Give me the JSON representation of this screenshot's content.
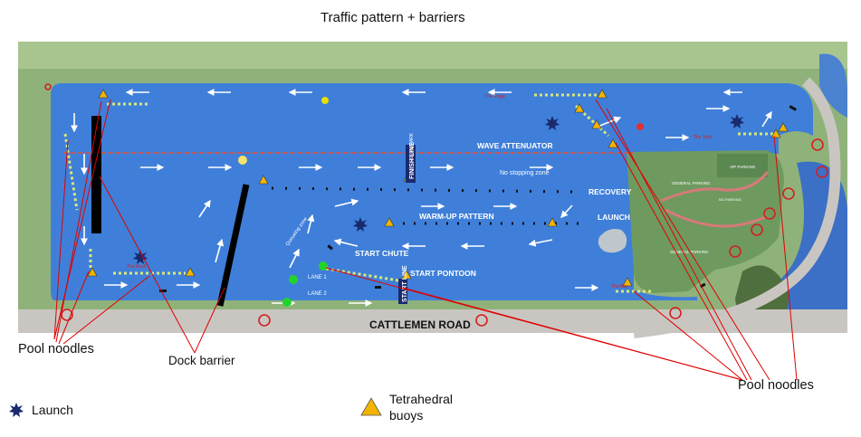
{
  "title": "Traffic pattern + barriers",
  "map_labels": {
    "wave_attenuator": "WAVE ATTENUATOR",
    "no_stopping": "No stopping zone",
    "recovery": "RECOVERY",
    "launch": "LAUNCH",
    "warmup": "WARM-UP PATTERN",
    "start_chute": "START CHUTE",
    "start_pontoon": "START PONTOON",
    "lane1": "LANE 1",
    "lane2": "LANE 2",
    "finish_line": "FINISH LINE",
    "start_line": "START LINE",
    "mark_1000": "1000m MARK",
    "road": "CATTLEMEN ROAD",
    "queueing": "Queueing zone",
    "gen_parking_1": "GENERAL PARKING",
    "gen_parking_2": "GENERAL PARKING",
    "vip_parking": "VIP PARKING",
    "no_parking": "NO PARKING",
    "red_label_1": "The Ridge",
    "red_label_2": "The Jetty",
    "red_label_3": "The Knoll",
    "red_label_4": "The Bay"
  },
  "callouts": {
    "pool_noodles_left": "Pool noodles",
    "dock_barrier": "Dock barrier",
    "pool_noodles_right": "Pool noodles"
  },
  "legend": {
    "launch": "Launch",
    "buoys_line1": "Tetrahedral",
    "buoys_line2": "buoys"
  },
  "colors": {
    "water": "#3f7fd9",
    "land": "#8fb27a",
    "callout_line": "#e00000",
    "buoy": "#f3b400",
    "launch_star": "#1a2a6e"
  }
}
